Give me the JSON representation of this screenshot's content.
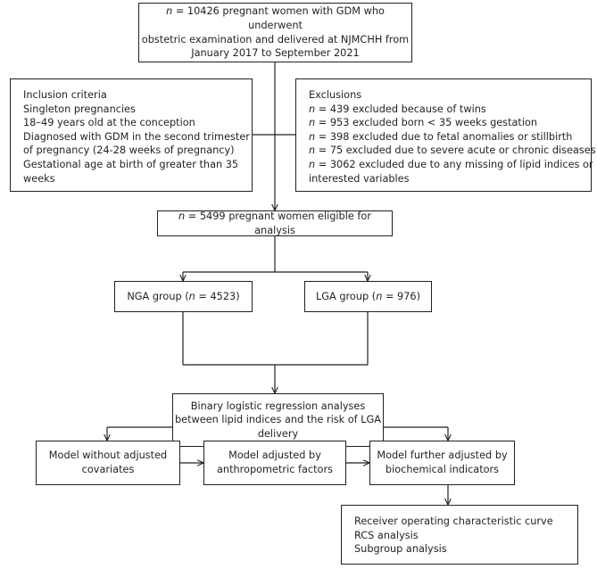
{
  "diagram": {
    "title": "Study population flow diagram",
    "stroke_color": "#231f20",
    "background_color": "#ffffff",
    "nodes": {
      "source_population": {
        "text": "n = 10426 pregnant women with GDM who underwent\nobstetric examination and delivered at NJMCHH from\nJanuary 2017 to September 2021"
      },
      "inclusion_criteria": {
        "text": "Inclusion criteria\n   Singleton pregnancies\n   18–49 years old at the conception\n   Diagnosed with GDM  in the second trimester\nof pregnancy (24-28 weeks of pregnancy)\n   Gestational age at birth of greater than 35\nweeks"
      },
      "exclusions": {
        "text": "Exclusions\n   n = 439 excluded because of twins\n   n = 953 excluded born < 35 weeks gestation\n   n = 398 excluded due to fetal anomalies or stillbirth\n   n = 75 excluded due to severe acute or chronic diseases\n   n = 3062 excluded due to any missing of lipid indices or\ninterested variables"
      },
      "eligible": {
        "text": "n = 5499 pregnant women eligible for analysis"
      },
      "nga_group": {
        "text": "NGA group (n = 4523)"
      },
      "lga_group": {
        "text": "LGA group (n = 976)"
      },
      "regression": {
        "text": "Binary logistic regression analyses\nbetween lipid indices and the risk of LGA\ndelivery"
      },
      "model_1": {
        "text": "Model without adjusted\ncovariates"
      },
      "model_2": {
        "text": "Model adjusted by\nanthropometric factors"
      },
      "model_3": {
        "text": "Model further adjusted by\nbiochemical indicators"
      },
      "further_analyses": {
        "text": "Receiver operating characteristic curve\nRCS analysis\nSubgroup analysis"
      }
    }
  }
}
